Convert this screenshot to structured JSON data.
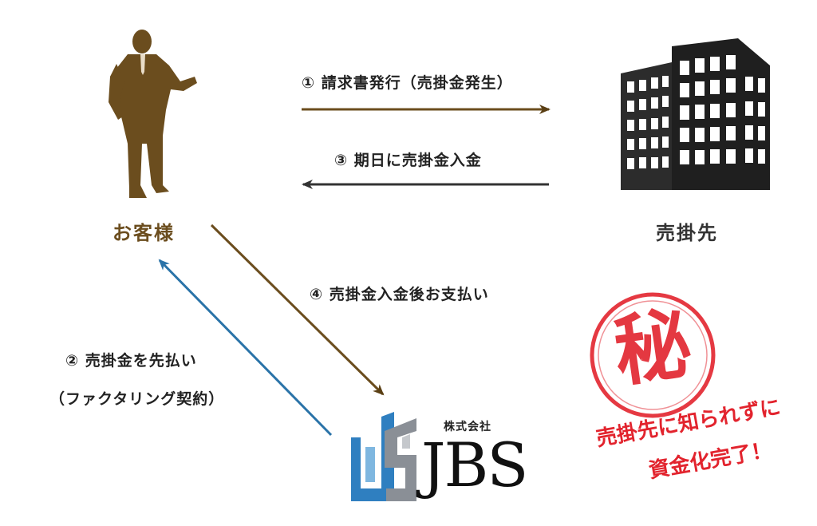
{
  "nodes": {
    "customer": "お客様",
    "debtor": "売掛先",
    "company_small": "株式会社",
    "company_logo": "JBS"
  },
  "steps": {
    "step1": "① 請求書発行（売掛金発生）",
    "step2_line1": "② 売掛金を先払い",
    "step2_line2": "（ファクタリング契約）",
    "step3": "③ 期日に売掛金入金",
    "step4": "④ 売掛金入金後お支払い"
  },
  "stamp": {
    "mark": "秘",
    "line1": "売掛先に知られずに",
    "line2": "資金化完了！"
  },
  "colors": {
    "brown": "#6b4d1e",
    "blue": "#2a73a8",
    "dark": "#333333",
    "stamp_red": "#e2232d"
  },
  "icons": {
    "customer": "businessman-icon",
    "debtor": "office-building-icon",
    "company": "jbs-logo-icon"
  }
}
